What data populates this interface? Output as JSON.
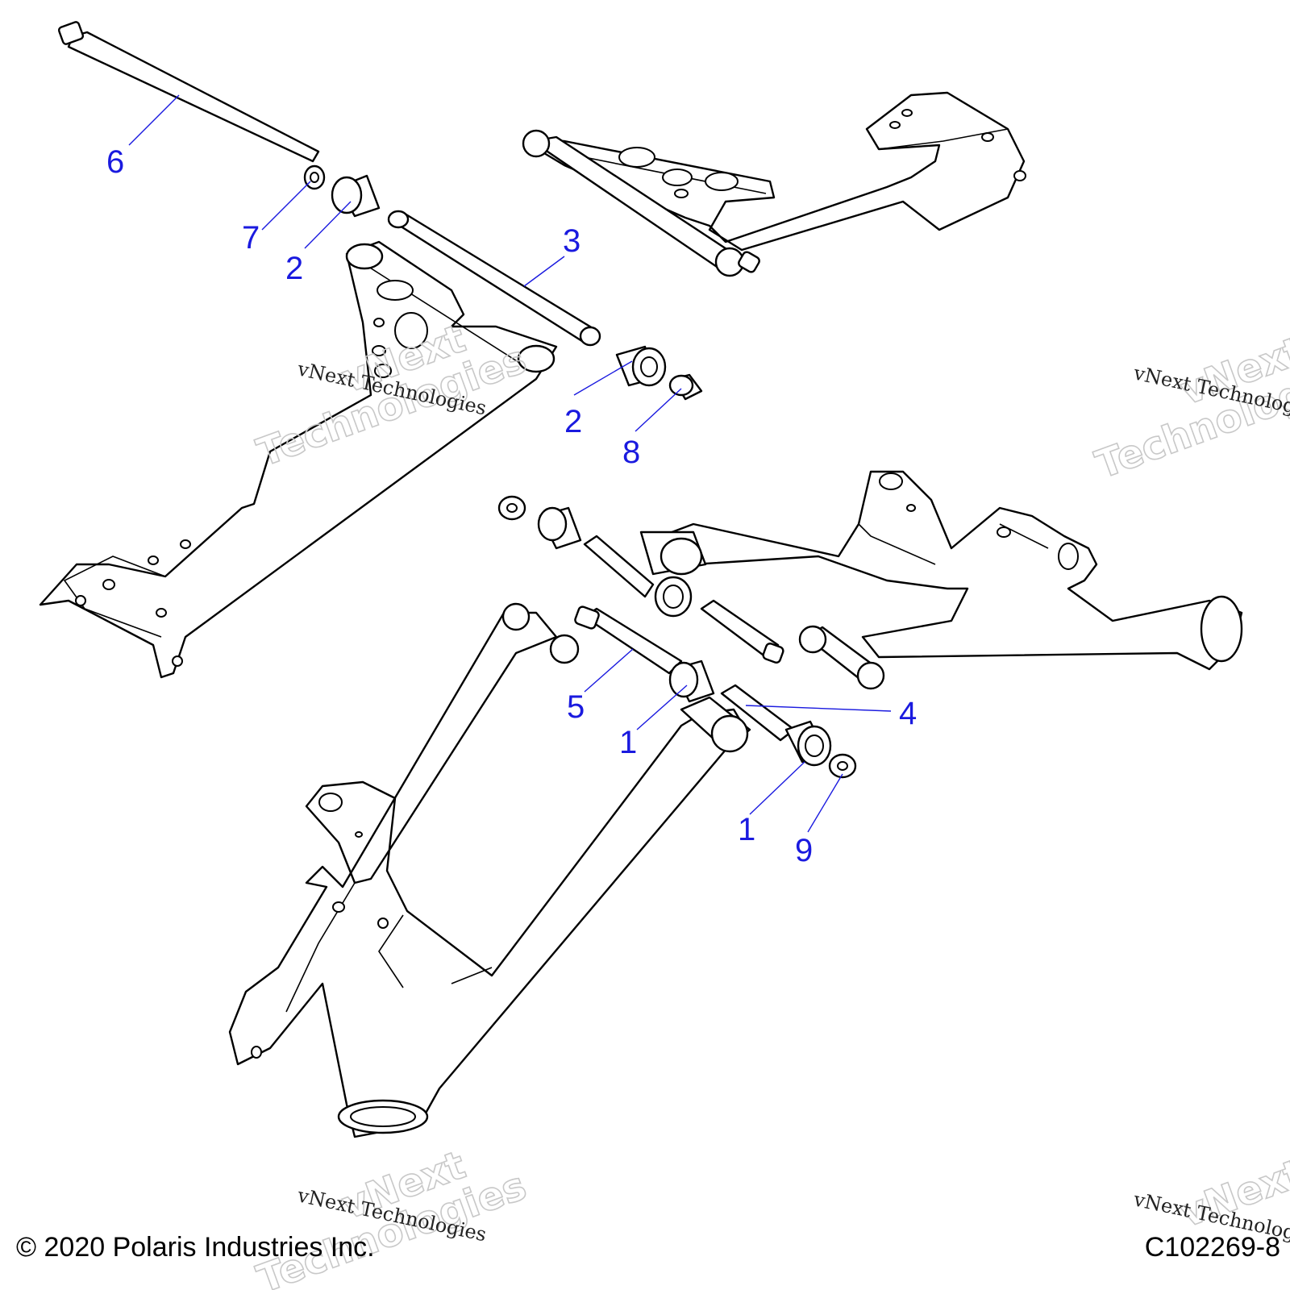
{
  "callouts": [
    {
      "id": "c6",
      "label": "6"
    },
    {
      "id": "c7",
      "label": "7"
    },
    {
      "id": "c2a",
      "label": "2"
    },
    {
      "id": "c3",
      "label": "3"
    },
    {
      "id": "c2b",
      "label": "2"
    },
    {
      "id": "c8",
      "label": "8"
    },
    {
      "id": "c5",
      "label": "5"
    },
    {
      "id": "c1a",
      "label": "1"
    },
    {
      "id": "c4",
      "label": "4"
    },
    {
      "id": "c1b",
      "label": "1"
    },
    {
      "id": "c9",
      "label": "9"
    }
  ],
  "watermark": {
    "line_serif": "vNext Technologies",
    "line_big_1": "vNext",
    "line_big_2": "Technologies"
  },
  "footer": {
    "copyright": "© 2020 Polaris Industries Inc.",
    "drawing_id": "C102269-8"
  },
  "colors": {
    "callout": "#1a1adf",
    "line": "#000000"
  }
}
